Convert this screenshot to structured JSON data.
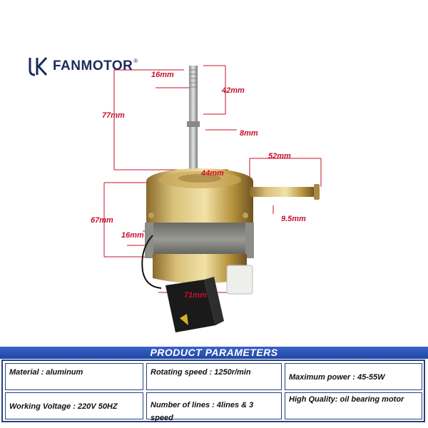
{
  "brand": {
    "mark": "JK",
    "name": "FANMOTOR",
    "registered": "®"
  },
  "dimensions": {
    "shaft_top": "16mm",
    "shaft_length": "42mm",
    "total_height": "77mm",
    "shaft_diameter": "8mm",
    "motor_diameter": "44mm",
    "side_shaft_length": "52mm",
    "side_shaft_diameter": "9.5mm",
    "body_height": "67mm",
    "base_height": "16mm",
    "base_width": "71mm"
  },
  "colors": {
    "dimension_text": "#c8102e",
    "banner": "#2a52b8",
    "table_border": "#27407e"
  },
  "banner": {
    "title": "PRODUCT PARAMETERS"
  },
  "parameters": {
    "material": "Material :  aluminum",
    "rotating_speed": "Rotating speed : 1250r/min",
    "maximum_power": "Maximum power :   45-55W",
    "working_voltage": "Working Voltage : 220V 50HZ",
    "number_of_lines": "Number of lines : 4lines & 3 speed",
    "high_quality": "High Quality: oil bearing motor"
  }
}
